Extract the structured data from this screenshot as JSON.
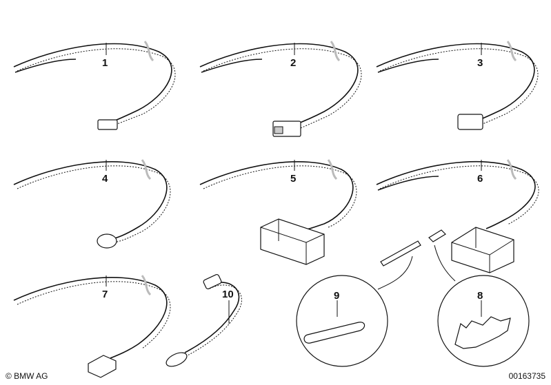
{
  "parts": [
    {
      "id": "1",
      "label": "1"
    },
    {
      "id": "2",
      "label": "2"
    },
    {
      "id": "3",
      "label": "3"
    },
    {
      "id": "4",
      "label": "4"
    },
    {
      "id": "5",
      "label": "5"
    },
    {
      "id": "6",
      "label": "6"
    },
    {
      "id": "7",
      "label": "7"
    },
    {
      "id": "8",
      "label": "8"
    },
    {
      "id": "9",
      "label": "9"
    },
    {
      "id": "10",
      "label": "10"
    }
  ],
  "footer": {
    "copyright": "© BMW AG",
    "drawing_number": "00163735"
  }
}
